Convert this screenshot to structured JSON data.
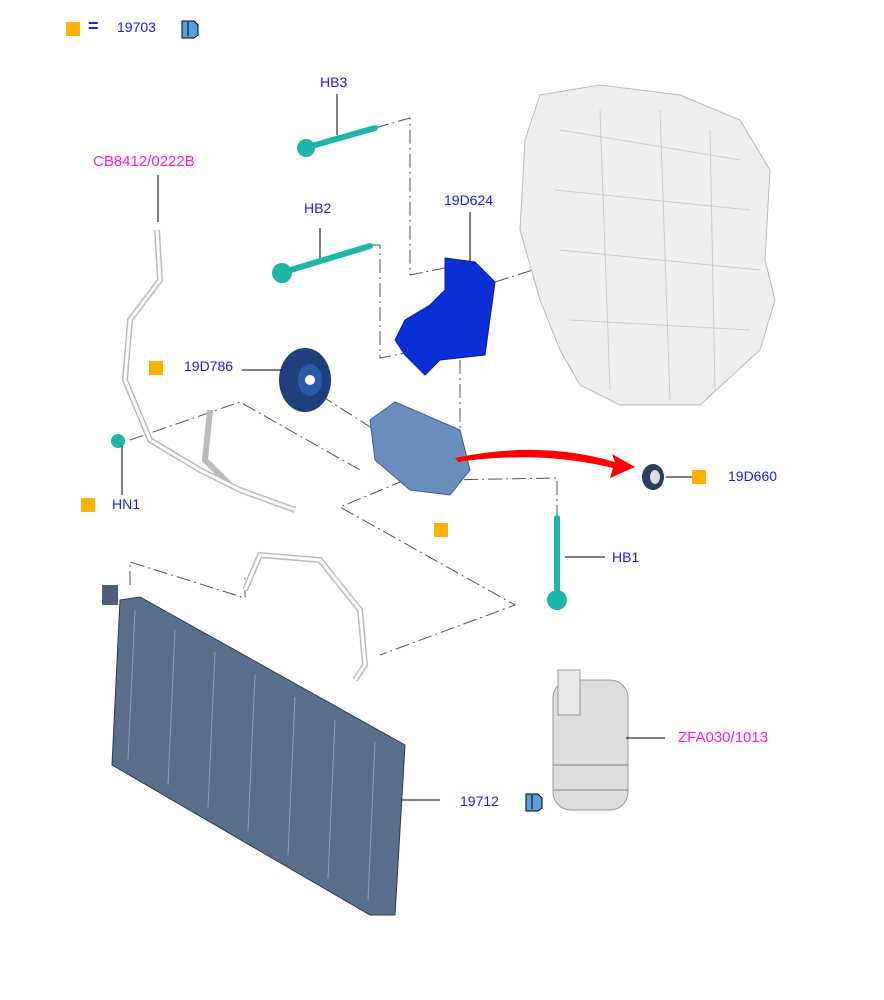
{
  "legend": {
    "equals": "=",
    "ref": "19703"
  },
  "labels": {
    "hb3": "HB3",
    "cb8412": "CB8412/0222B",
    "hb2": "HB2",
    "p19d624": "19D624",
    "p19d786": "19D786",
    "hn1": "HN1",
    "p19d660": "19D660",
    "hb1": "HB1",
    "p19712": "19712",
    "zfa030": "ZFA030/1013"
  },
  "colors": {
    "part_label": "#1a1aff",
    "link_label": "#ff1ad9",
    "marker": "#ffb300",
    "arrow": "#ff0000",
    "bracket": "#0a2fd6",
    "bolt": "#1fb5a8"
  }
}
